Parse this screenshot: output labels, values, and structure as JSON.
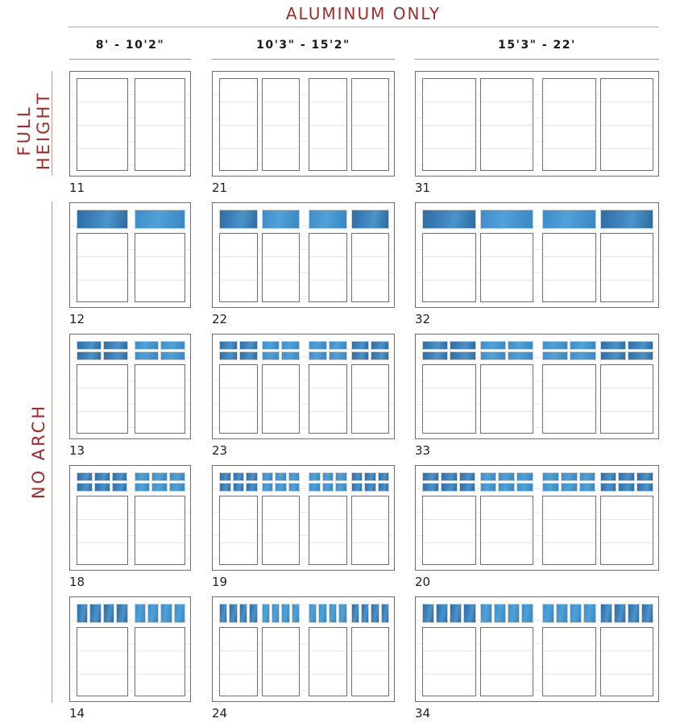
{
  "colors": {
    "accent": "#a22c2c",
    "rule": "#c89b8f",
    "frame": "#6f6f6f",
    "glass_dark": "#2e6ea5",
    "glass_light": "#4fa2d7"
  },
  "heading": "ALUMINUM ONLY",
  "columns": [
    {
      "label": "8' - 10'2\"",
      "sections": 2
    },
    {
      "label": "10'3\" - 15'2\"",
      "sections": 4
    },
    {
      "label": "15'3\" - 22'",
      "sections": 4
    }
  ],
  "row_groups": [
    {
      "label_line1": "FULL",
      "label_line2": "HEIGHT"
    },
    {
      "label_line1": "NO  ARCH",
      "label_line2": ""
    }
  ],
  "rows": [
    {
      "glass_rows": 0,
      "glass_cols": 0,
      "doors": [
        "11",
        "21",
        "31"
      ]
    },
    {
      "glass_rows": 1,
      "glass_cols": 1,
      "doors": [
        "12",
        "22",
        "32"
      ]
    },
    {
      "glass_rows": 2,
      "glass_cols": 2,
      "doors": [
        "13",
        "23",
        "33"
      ]
    },
    {
      "glass_rows": 2,
      "glass_cols": 3,
      "doors": [
        "18",
        "19",
        "20"
      ]
    },
    {
      "glass_rows": 1,
      "glass_cols": 4,
      "doors": [
        "14",
        "24",
        "34"
      ]
    }
  ]
}
